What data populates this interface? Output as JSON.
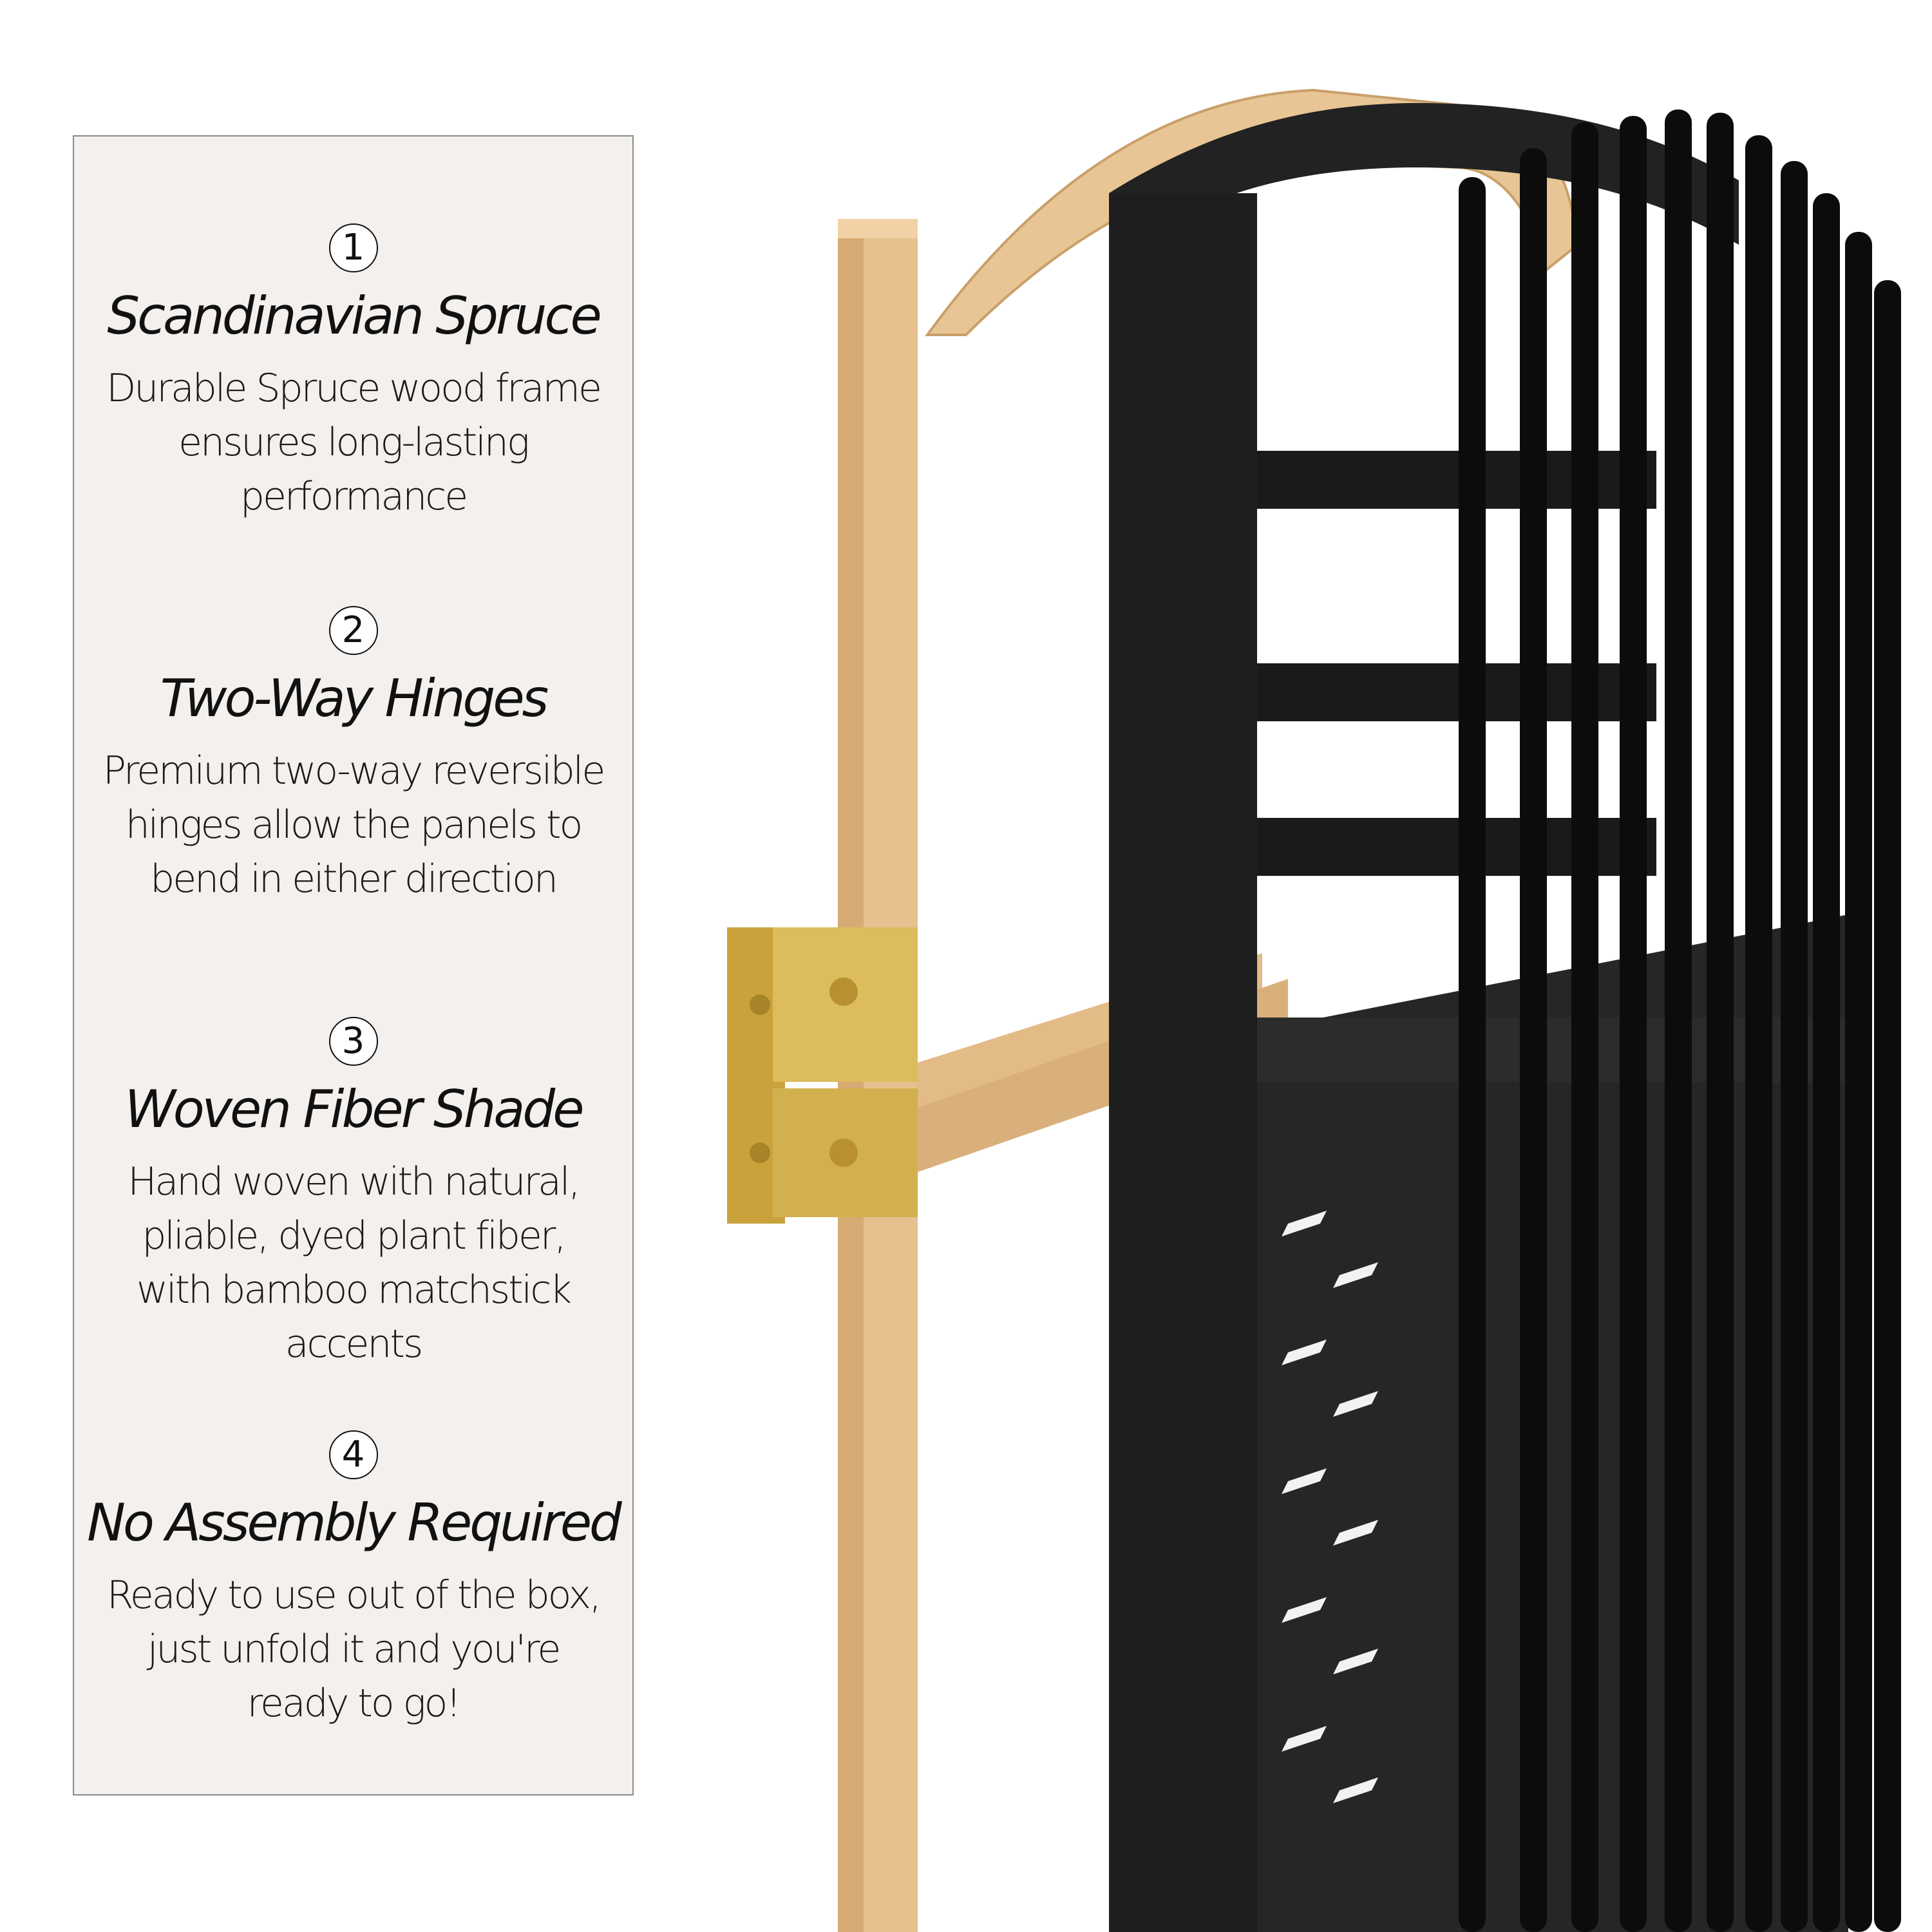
{
  "features": [
    {
      "number": "1",
      "title": "Scandinavian Spruce",
      "lines": [
        "Durable Spruce wood frame",
        "ensures long-lasting",
        "performance"
      ]
    },
    {
      "number": "2",
      "title": "Two-Way Hinges",
      "lines": [
        "Premium two-way reversible",
        "hinges allow the panels to",
        "bend in either direction"
      ]
    },
    {
      "number": "3",
      "title": "Woven Fiber Shade",
      "lines": [
        "Hand woven with natural,",
        "pliable, dyed plant fiber,",
        "with bamboo matchstick",
        "accents"
      ]
    },
    {
      "number": "4",
      "title": "No Assembly Required",
      "lines": [
        "Ready to use out of the box,",
        "just unfold it and you're",
        "ready to go!"
      ]
    }
  ],
  "colors": {
    "card": "#f3f0ed",
    "wood": "#e2bd8c",
    "fiber": "#1c1c1c",
    "brass": "#d4b04a"
  }
}
